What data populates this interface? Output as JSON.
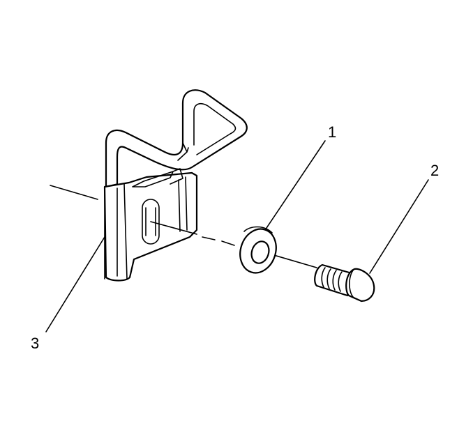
{
  "callouts": {
    "washer": "1",
    "bolt": "2",
    "bracket": "3"
  }
}
